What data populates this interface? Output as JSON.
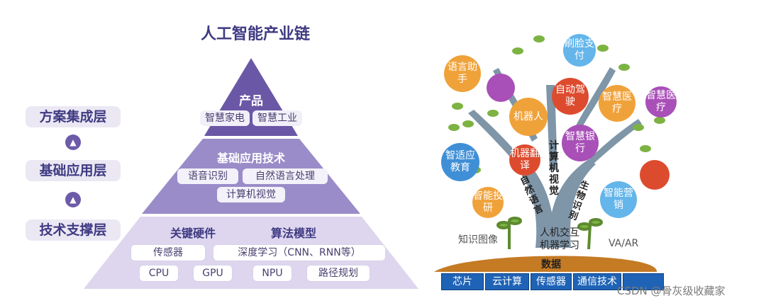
{
  "title": "人工智能产业链",
  "layers": [
    "方案集成层",
    "基础应用层",
    "技术支撑层"
  ],
  "icons": {
    "up_arrow": "chevron-up-icon"
  },
  "pyramid": {
    "top": {
      "head": "产品",
      "tags": [
        "智慧家电",
        "智慧工业"
      ]
    },
    "middle": {
      "head": "基础应用技术",
      "tags": [
        "语音识别",
        "自然语言处理",
        "计算机视觉"
      ]
    },
    "bottom": {
      "head_left": "关键硬件",
      "head_right": "算法模型",
      "tags_row1": [
        "传感器",
        "深度学习（CNN、RNN等）"
      ],
      "tags_row2": [
        "CPU",
        "GPU",
        "NPU",
        "路径规划"
      ]
    }
  },
  "tree": {
    "bubbles": [
      "语言助手",
      "刷脸支付",
      "自动驾驶",
      "智慧医疗",
      "智慧医疗",
      "机器人",
      "智慧银行",
      "智适应教育",
      "机器翻译",
      "智能投研",
      "智能营销"
    ],
    "trunk_labels": [
      "计算机视觉",
      "自然语言",
      "生物识别",
      "人机交互",
      "机器学习"
    ],
    "side_left": "知识图像",
    "side_right": "VA/AR",
    "soil": "数据",
    "bottom_boxes": [
      "芯片",
      "云计算",
      "传感器",
      "通信技术"
    ]
  },
  "colors": {
    "pyramid_top": "#6a58a6",
    "pyramid_mid": "#9a8cc8",
    "pyramid_bottom": "#ddd6ee",
    "bubble_orange": "#f0a23a",
    "bubble_purple": "#a94fb8",
    "bubble_blue": "#3f8fd6",
    "bubble_red": "#dd4b2f",
    "soil": "#c57a24",
    "chip": "#1f63b6"
  },
  "watermark": "CSDN @骨灰级收藏家"
}
